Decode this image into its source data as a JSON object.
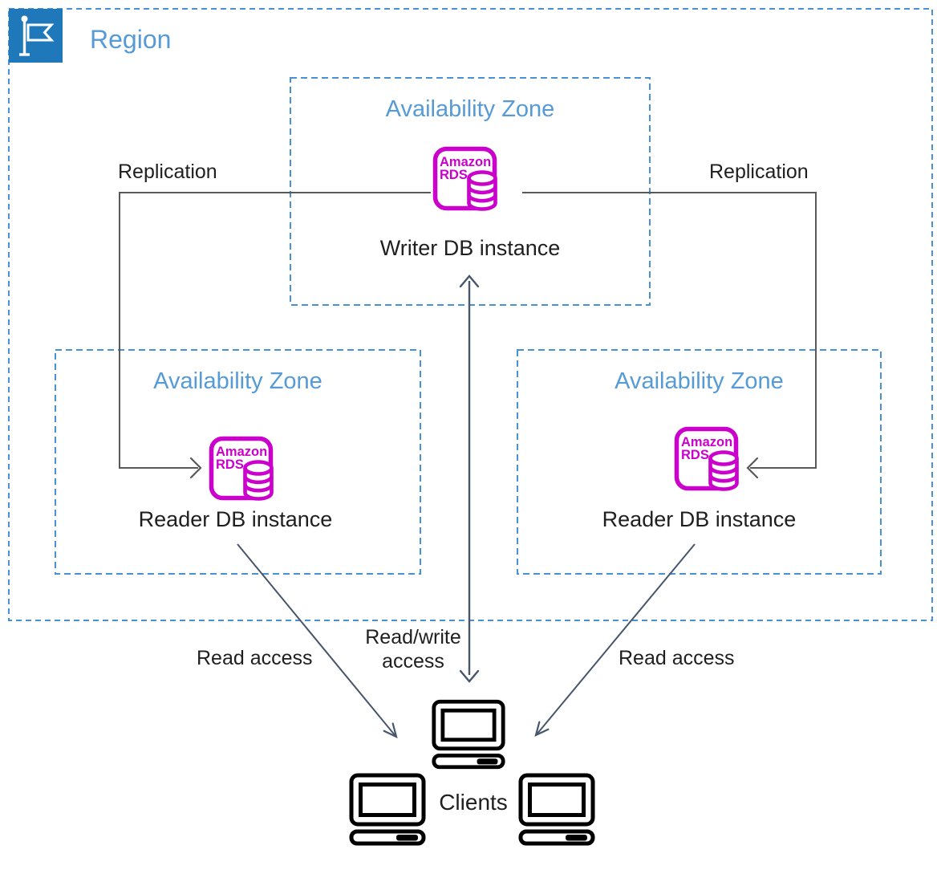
{
  "colors": {
    "canvas-bg": "#ffffff",
    "border-blue": "#4a90d5",
    "label-blue": "#569ad6",
    "flag-bg": "#1e78b9",
    "rds-magenta": "#cc00cc",
    "line-gray": "#595959",
    "arrow-dark": "#47566b",
    "text-black": "#1f1f1f",
    "icon-black": "#000000"
  },
  "region": {
    "label": "Region",
    "icon": "flag-icon"
  },
  "zones": {
    "top": {
      "label": "Availability Zone"
    },
    "left": {
      "label": "Availability Zone"
    },
    "right": {
      "label": "Availability Zone"
    }
  },
  "rds_icon": {
    "line1": "Amazon",
    "line2": "RDS",
    "icon": "database-cylinder-icon"
  },
  "nodes": {
    "writer": {
      "label": "Writer DB instance"
    },
    "reader_left": {
      "label": "Reader DB instance"
    },
    "reader_right": {
      "label": "Reader DB instance"
    }
  },
  "edges": {
    "replication_left": {
      "label": "Replication"
    },
    "replication_right": {
      "label": "Replication"
    },
    "read_left": {
      "label": "Read access"
    },
    "read_right": {
      "label": "Read access"
    },
    "read_write": {
      "label": "Read/write access"
    }
  },
  "clients": {
    "label": "Clients",
    "icon": "computer-icon",
    "count": 3
  }
}
